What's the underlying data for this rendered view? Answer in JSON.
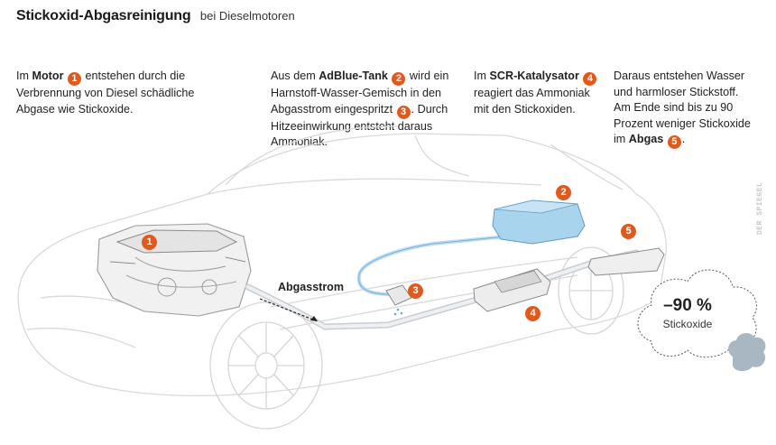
{
  "header": {
    "title": "Stickoxid-Abgasreinigung",
    "subtitle": "bei Dieselmotoren"
  },
  "steps": [
    {
      "pre": "Im ",
      "bold": "Motor",
      "num": "1",
      "post": " entstehen durch die Verbrennung von Diesel schädliche Abgase wie Stickoxide."
    },
    {
      "pre": "Aus dem ",
      "bold": "AdBlue-Tank",
      "num": "2",
      "post": " wird ein Harnstoff-Wasser-Gemisch in den Abgasstrom eingespritzt",
      "num2": "3",
      "post2": ". Durch Hitzeeinwirkung entsteht daraus Ammoniak."
    },
    {
      "pre": "Im ",
      "bold": "SCR-Katalysator",
      "num": "4",
      "post": " reagiert das Ammoniak mit den Stickoxiden."
    },
    {
      "pre": "Daraus entstehen Wasser und harmloser Stickstoff. Am Ende sind bis zu 90 Prozent weniger Stickoxide im ",
      "bold": "Abgas",
      "num": "5",
      "post": "."
    }
  ],
  "diagram": {
    "flow_label": "Abgasstrom",
    "markers": [
      "1",
      "2",
      "3",
      "4",
      "5"
    ],
    "reduction_value": "–90 %",
    "reduction_label": "Stickoxide",
    "colors": {
      "accent": "#e05a1e",
      "tank": "#a8d4ee",
      "pipe": "#b9dcf2",
      "smoke": "#a9b7c2",
      "outline": "#d6d6d6"
    }
  },
  "credit": "DER SPIEGEL"
}
